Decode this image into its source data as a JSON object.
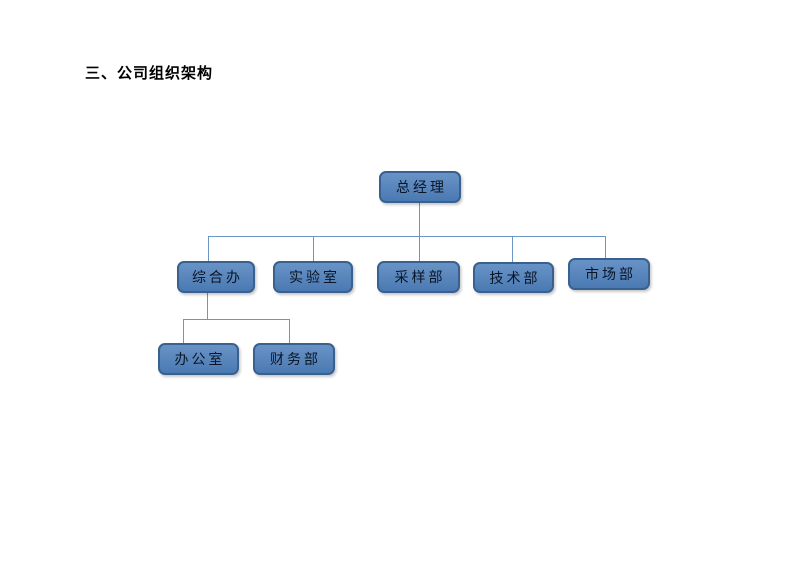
{
  "document": {
    "heading": "三、公司组织架构"
  },
  "org": {
    "root": {
      "label": "总经理"
    },
    "departments": [
      {
        "label": "综合办"
      },
      {
        "label": "实验室"
      },
      {
        "label": "采样部"
      },
      {
        "label": "技术部"
      },
      {
        "label": "市场部"
      }
    ],
    "sub_departments": [
      {
        "label": "办公室"
      },
      {
        "label": "财务部"
      }
    ],
    "colors": {
      "box_fill": "#4f81bd",
      "box_border": "#38618f",
      "connector": "#6d95c1",
      "box_text": "#0a1526",
      "heading_text": "#000000"
    }
  }
}
